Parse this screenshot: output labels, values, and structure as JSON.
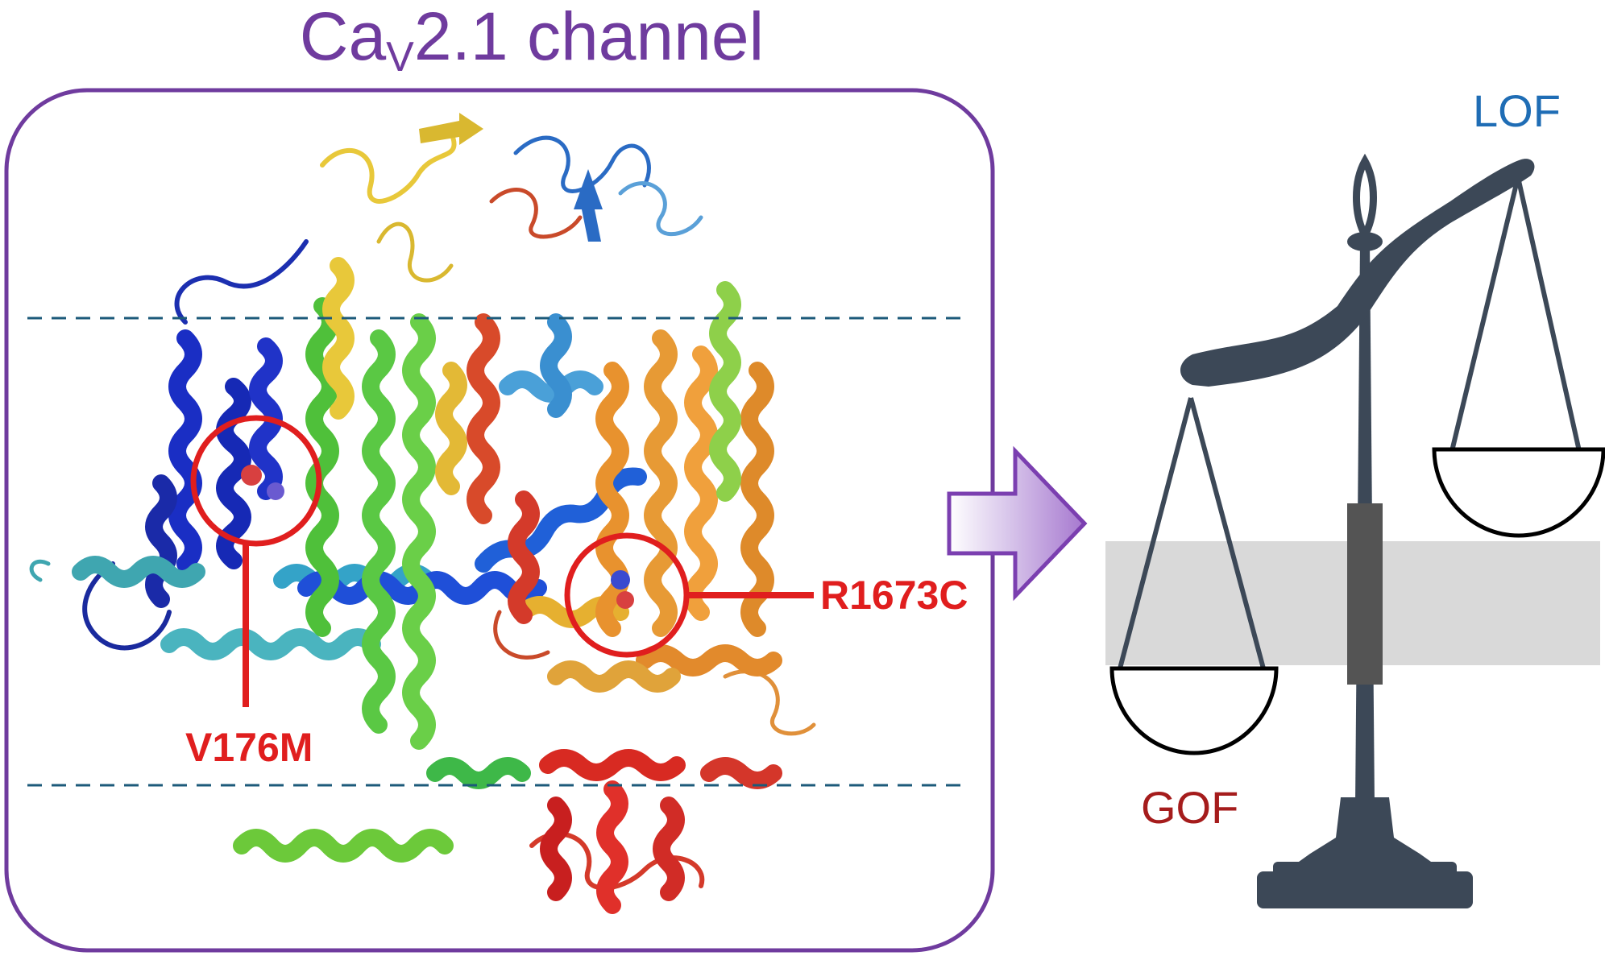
{
  "title": {
    "main": "Ca",
    "subscript": "V",
    "rest": "2.1 channel"
  },
  "mutations": [
    {
      "label": "V176M"
    },
    {
      "label": "R1673C"
    }
  ],
  "scale": {
    "lof_label": "LOF",
    "gof_label": "GOF"
  },
  "colors": {
    "frame": "#6f3b9e",
    "mutation": "#e01e1e",
    "lof": "#1f6db5",
    "gof": "#a51c1c",
    "scale_body": "#3c4857",
    "membrane_band": "#d9d9d9",
    "membrane_line": "#1c5a7a"
  },
  "icons": [
    "protein-structure",
    "arrow-right-icon",
    "balance-scale-icon"
  ]
}
